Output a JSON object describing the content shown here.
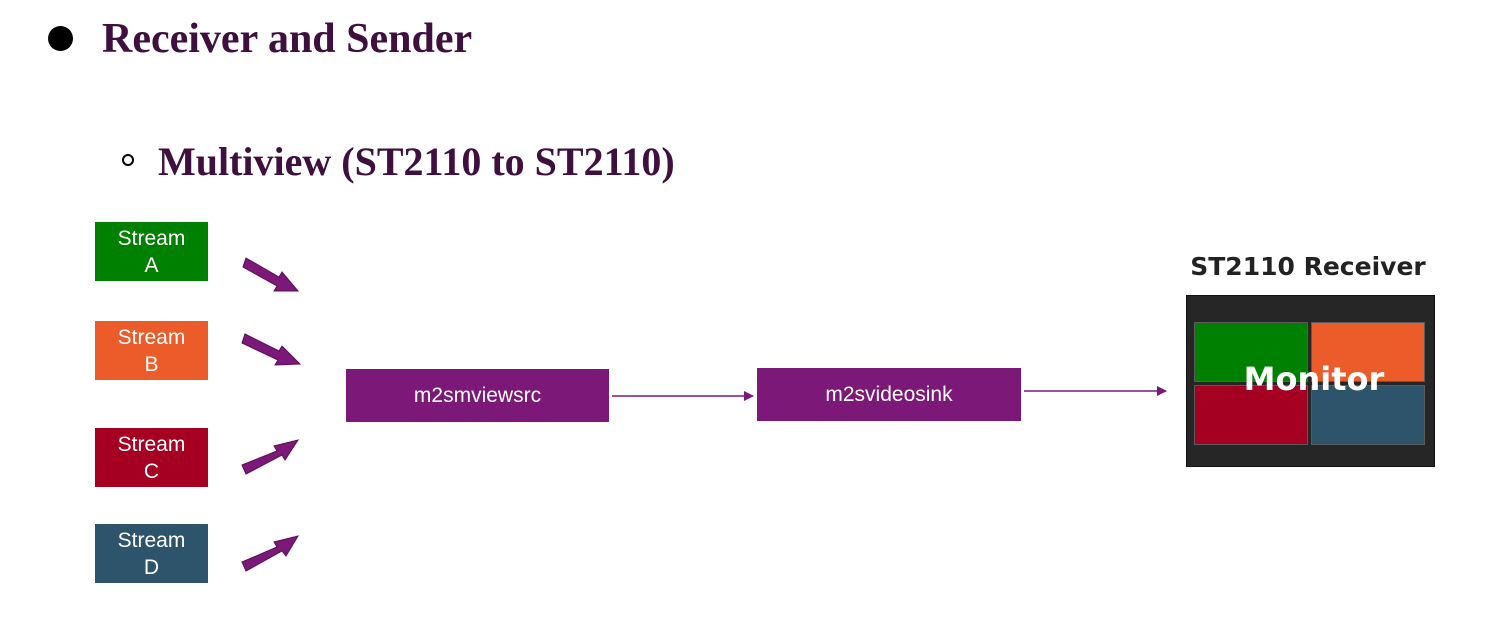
{
  "slide": {
    "title": "Receiver and Sender",
    "subtitle": "Multiview (ST2110 to ST2110)"
  },
  "streams": [
    {
      "label": "Stream\nA",
      "color": "#008000"
    },
    {
      "label": "Stream\nB",
      "color": "#ec5b2a"
    },
    {
      "label": "Stream\nC",
      "color": "#a50021"
    },
    {
      "label": "Stream\nD",
      "color": "#2e546c"
    }
  ],
  "pipeline": {
    "source_label": "m2smviewsrc",
    "sink_label": "m2svideosink",
    "block_color": "#7b1878"
  },
  "receiver": {
    "title": "ST2110 Receiver",
    "monitor_label": "Monitor",
    "tile_colors": [
      "#008000",
      "#ec5b2a",
      "#a50021",
      "#2e546c"
    ]
  },
  "colors": {
    "heading": "#3e0f3f",
    "arrow": "#7b1878"
  }
}
